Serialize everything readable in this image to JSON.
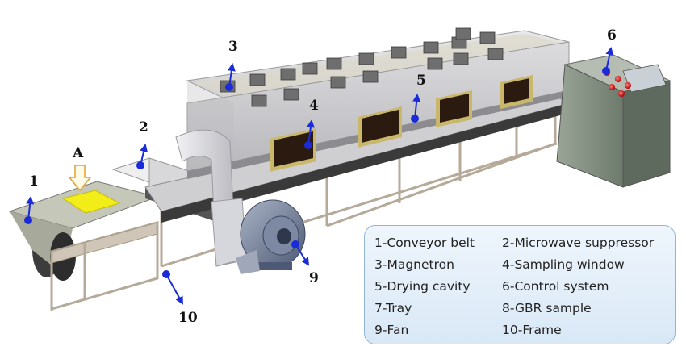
{
  "callouts": {
    "c1": "1",
    "c2": "2",
    "c3": "3",
    "c4": "4",
    "c5": "5",
    "c6": "6",
    "c9": "9",
    "c10": "10",
    "cA": "A"
  },
  "legend": {
    "items": [
      "1-Conveyor belt",
      "2-Microwave suppressor",
      "3-Magnetron",
      "4-Sampling window",
      "5-Drying cavity",
      "6-Control system",
      "7-Tray",
      "8-GBR sample",
      "9-Fan",
      "10-Frame"
    ]
  },
  "colors": {
    "callout_arrow": "#1a2bd8",
    "sample": "#f2ec18",
    "legend_border": "#8fb5d8",
    "cavity": "#d9d9dc",
    "control_cabinet": "#7e8a7c",
    "frame": "#c9bfb0",
    "magnetron": "#6e6e6e",
    "window": "#2a1a10",
    "window_border": "#c9b76a"
  }
}
